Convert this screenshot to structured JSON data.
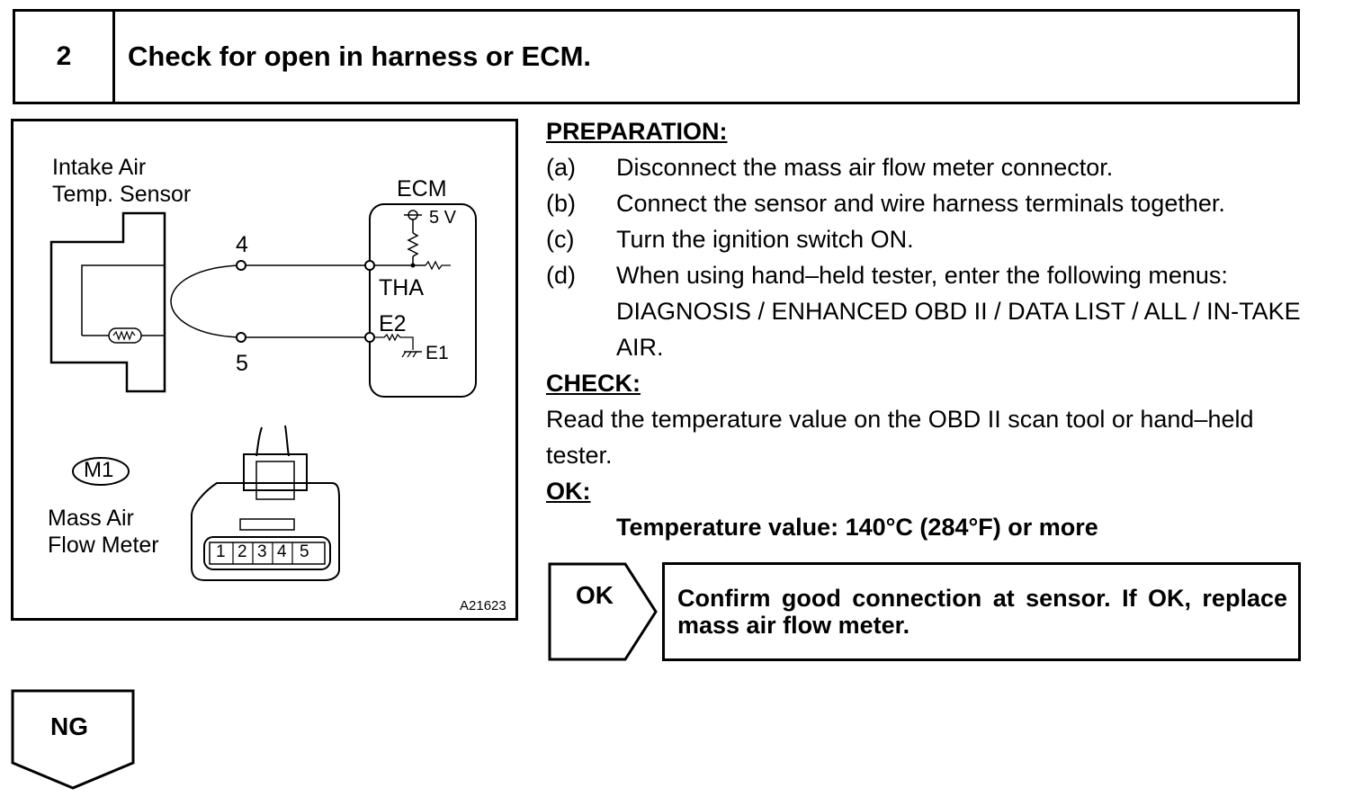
{
  "header": {
    "step_number": "2",
    "title": "Check for open in harness or ECM."
  },
  "diagram": {
    "sensor_label_line1": "Intake Air",
    "sensor_label_line2": "Temp. Sensor",
    "ecm_label": "ECM",
    "voltage_label": "5 V",
    "pin_top": "4",
    "pin_bottom": "5",
    "tha_label": "THA",
    "e2_label": "E2",
    "e1_label": "E1",
    "connector_code": "M1",
    "connector_name_line1": "Mass Air",
    "connector_name_line2": "Flow Meter",
    "terminals": [
      "1",
      "2",
      "3",
      "4",
      "5"
    ],
    "figure_id": "A21623"
  },
  "preparation": {
    "heading": "PREPARATION:",
    "steps": [
      {
        "letter": "(a)",
        "text": "Disconnect the mass air flow meter connector."
      },
      {
        "letter": "(b)",
        "text": "Connect the sensor and wire harness terminals together."
      },
      {
        "letter": "(c)",
        "text": "Turn the ignition switch ON."
      },
      {
        "letter": "(d)",
        "text": "When using hand–held tester, enter the following menus: DIAGNOSIS / ENHANCED OBD II / DATA LIST / ALL / IN-TAKE AIR."
      }
    ]
  },
  "check": {
    "heading": "CHECK:",
    "text": "Read the temperature value on the OBD II scan tool or hand–held tester."
  },
  "ok": {
    "heading": "OK:",
    "spec": "Temperature value: 140°C (284°F) or more"
  },
  "result_ok": {
    "label": "OK",
    "text": "Confirm good connection at sensor. If OK, replace mass air flow meter."
  },
  "result_ng": {
    "label": "NG"
  }
}
